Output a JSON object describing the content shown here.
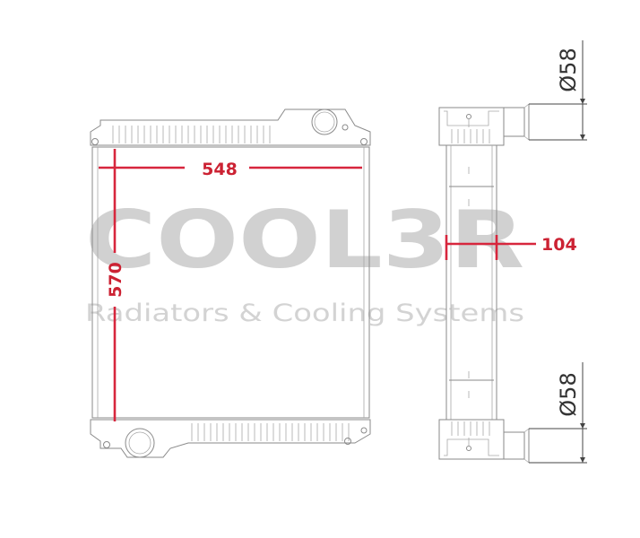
{
  "watermark": {
    "logo": "COOL3R",
    "tagline": "Radiators & Cooling Systems"
  },
  "dimensions": {
    "width": "548",
    "height": "570",
    "depth": "104",
    "top_pipe": "Ø58",
    "bottom_pipe": "Ø58"
  },
  "colors": {
    "dimension": "#d7263d",
    "outline": "#8a8a8a",
    "watermark": "#c9c9c9"
  }
}
